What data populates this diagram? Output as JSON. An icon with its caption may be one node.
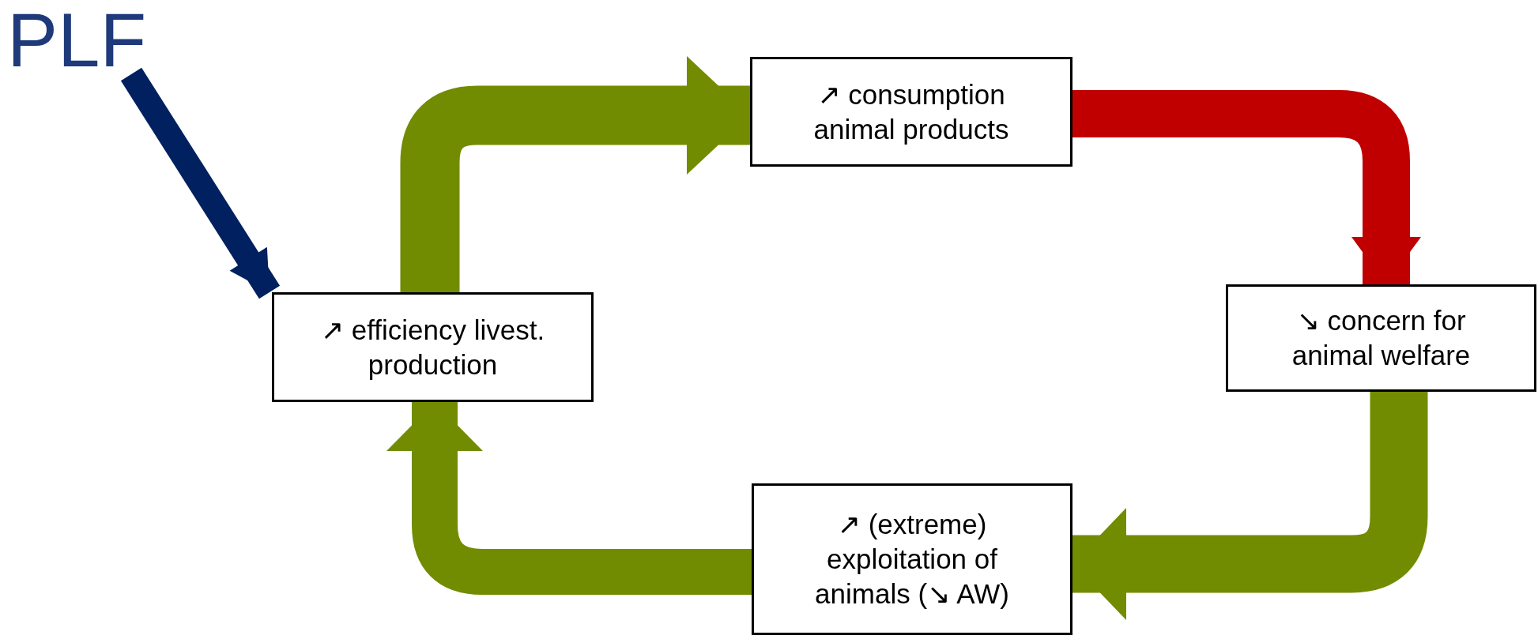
{
  "diagram": {
    "nodes": [
      {
        "text": [
          "PLF"
        ]
      },
      {
        "text": [
          "↗ consumption animal products"
        ]
      },
      {
        "text": [
          "↗ efficiency livest. production"
        ]
      },
      {
        "text": [
          "↘ concern for animal welfare"
        ]
      },
      {
        "text": [
          "↗ (extreme) exploitation of animals (↘ AW)"
        ]
      }
    ],
    "edges": [
      {
        "from": 0,
        "to": 2,
        "arrow": "to",
        "color": "#002060"
      },
      {
        "from": 2,
        "to": 1,
        "arrow": "to"
      },
      {
        "from": 1,
        "to": 3,
        "arrow": "to",
        "color": "#c00000"
      },
      {
        "from": 3,
        "to": 4,
        "arrow": "to"
      },
      {
        "from": 4,
        "to": 2,
        "arrow": "to"
      }
    ]
  }
}
